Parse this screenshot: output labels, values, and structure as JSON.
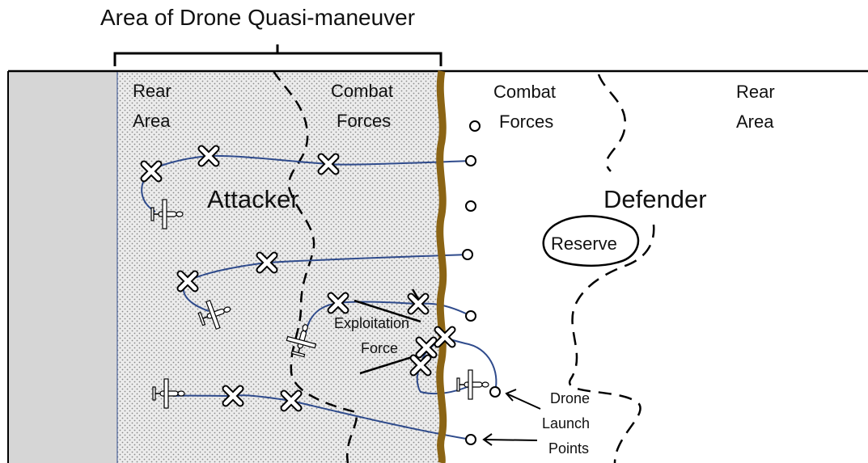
{
  "title": "Area of Drone Quasi-maneuver",
  "attacker": {
    "label": "Attacker",
    "rear_area": [
      "Rear",
      "Area"
    ],
    "combat_forces": [
      "Combat",
      "Forces"
    ],
    "exploitation_force": [
      "Exploitation",
      "Force"
    ]
  },
  "defender": {
    "label": "Defender",
    "combat_forces": [
      "Combat",
      "Forces"
    ],
    "rear_area": [
      "Rear",
      "Area"
    ],
    "reserve": "Reserve"
  },
  "launch_points_label": [
    "Drone",
    "Launch",
    "Points"
  ],
  "colors": {
    "attacker_fill": "#ececec",
    "attacker_dots": "#8a8a8a",
    "side_panel": "#d6d6d6",
    "frontline": "#8b6414",
    "flight_path": "#2f4b8c",
    "outline": "#000000"
  },
  "icons": [
    "drone-icon",
    "strike-x-icon",
    "launch-point-icon"
  ]
}
